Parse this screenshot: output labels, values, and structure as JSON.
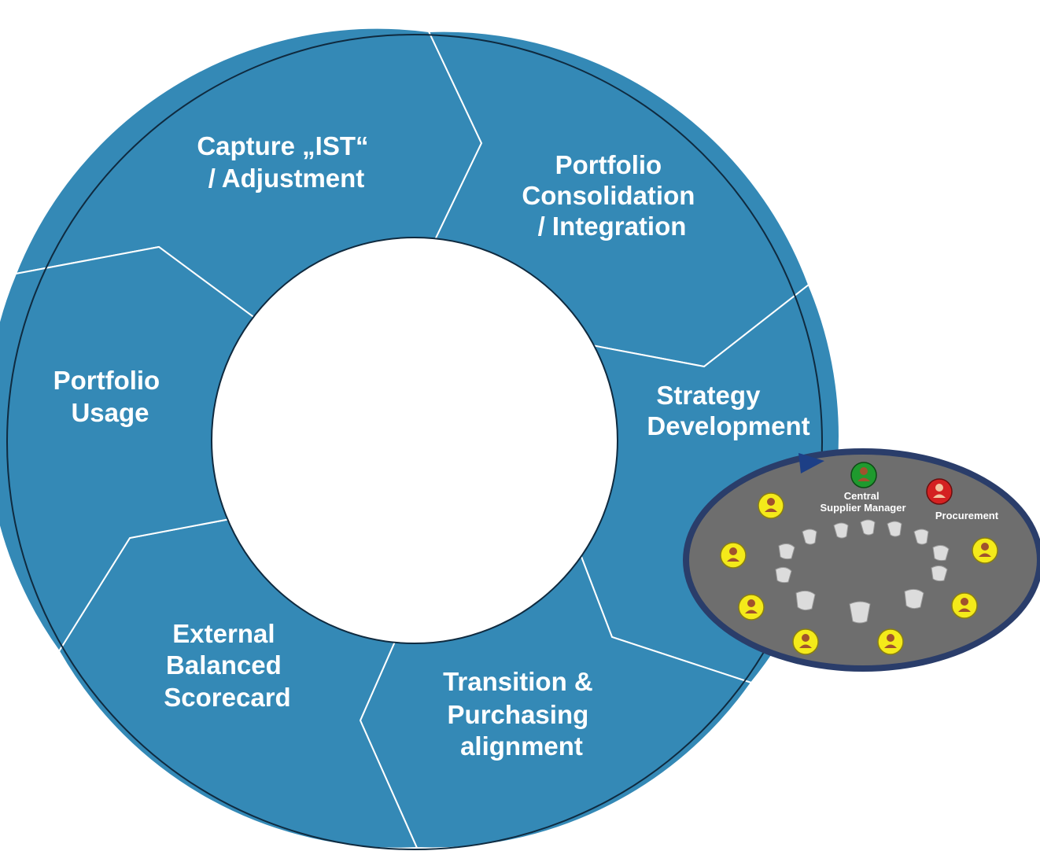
{
  "cycle_steps": {
    "capture": [
      "Capture „IST“",
      "/ Adjustment"
    ],
    "consolidation": [
      "Portfolio",
      "Consolidation",
      "/ Integration"
    ],
    "strategy": [
      "Strategy",
      "Development"
    ],
    "transition": [
      "Transition &",
      "Purchasing",
      "alignment"
    ],
    "scorecard": [
      "External",
      "Balanced",
      "Scorecard"
    ],
    "usage": [
      "Portfolio",
      "Usage"
    ]
  },
  "meeting": {
    "central_manager": [
      "Central",
      "Supplier Manager"
    ],
    "procurement": "Procurement"
  },
  "colors": {
    "segment_fill": "#3489b6",
    "separator": "#ffffff",
    "outline": "#0f2a3f",
    "meeting_table": "#6e6e6e",
    "meeting_rim": "#2a3d6a",
    "participant": "#f4ea1a",
    "central_manager": "#1f9a2e",
    "procurement": "#d42121"
  },
  "icons": {
    "participant": "person-icon",
    "chair": "chair-icon",
    "flow_arrow": "arrow-right-icon"
  }
}
